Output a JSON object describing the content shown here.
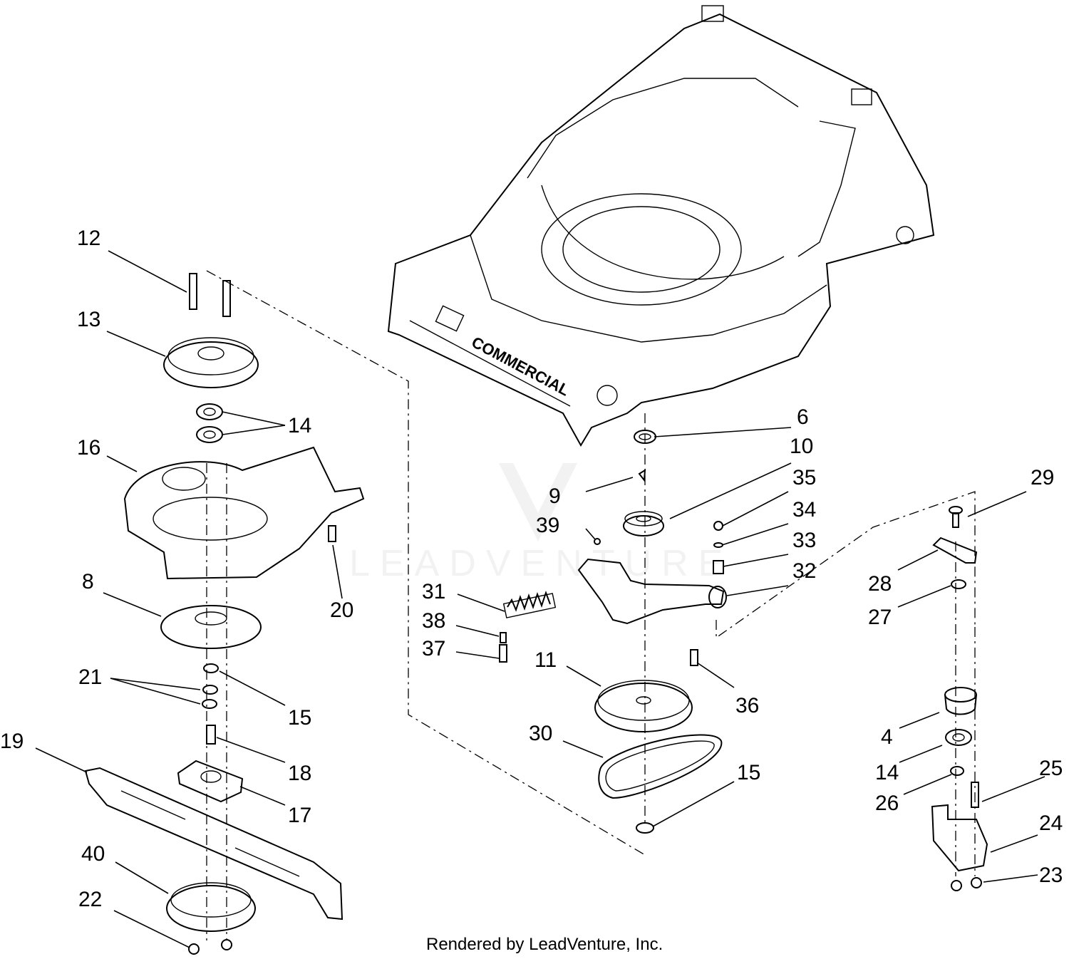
{
  "footer": "Rendered by LeadVenture, Inc.",
  "watermark": "LEADVENTURE",
  "deck_text": "COMMERCIAL",
  "callouts": [
    "12",
    "13",
    "14",
    "16",
    "8",
    "21",
    "15",
    "18",
    "17",
    "19",
    "40",
    "22",
    "20",
    "6",
    "10",
    "9",
    "35",
    "39",
    "34",
    "33",
    "32",
    "31",
    "38",
    "37",
    "11",
    "36",
    "30",
    "15",
    "29",
    "28",
    "27",
    "4",
    "14",
    "26",
    "25",
    "24",
    "23"
  ]
}
